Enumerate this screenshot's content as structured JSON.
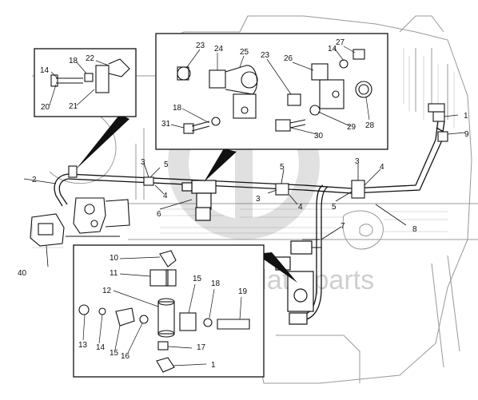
{
  "watermark": {
    "text": "data-parts"
  },
  "callouts": {
    "main": [
      "1",
      "9",
      "2",
      "3",
      "5",
      "4",
      "6",
      "5",
      "3",
      "4",
      "3",
      "4",
      "5",
      "8",
      "7",
      "40"
    ],
    "inset_left": [
      "14",
      "18",
      "22",
      "20",
      "21"
    ],
    "inset_top": [
      "23",
      "24",
      "25",
      "14",
      "27",
      "26",
      "23",
      "18",
      "31",
      "29",
      "28",
      "30"
    ],
    "inset_bottom": [
      "10",
      "11",
      "12",
      "15",
      "18",
      "19",
      "13",
      "14",
      "15",
      "16",
      "17",
      "1"
    ]
  }
}
